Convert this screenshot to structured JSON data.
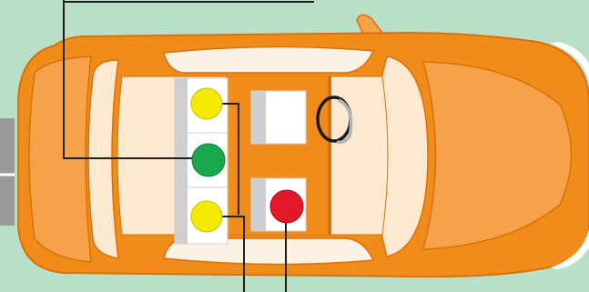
{
  "diagram": {
    "subject": "top-view-car-seating",
    "colors": {
      "background": "#b9e0c6",
      "car_body": "#f08c19",
      "car_outline": "#d9700a",
      "cabin_inner": "#fde9cf",
      "glass_light": "#fbf2e6",
      "hood_shade": "#f6a24a",
      "seat_fill": "#ffffff",
      "seat_shade": "#cfcfcf",
      "road_grey": "#9a9a9a",
      "connector_line": "#1f1f1f",
      "steering_wheel": "#1a1a1a"
    },
    "seat_markers": [
      {
        "id": "rear-left",
        "color": "#f4ea00"
      },
      {
        "id": "rear-middle",
        "color": "#18a84b"
      },
      {
        "id": "rear-right",
        "color": "#f4ea00"
      },
      {
        "id": "front-passenger",
        "color": "#e0182a"
      }
    ]
  }
}
